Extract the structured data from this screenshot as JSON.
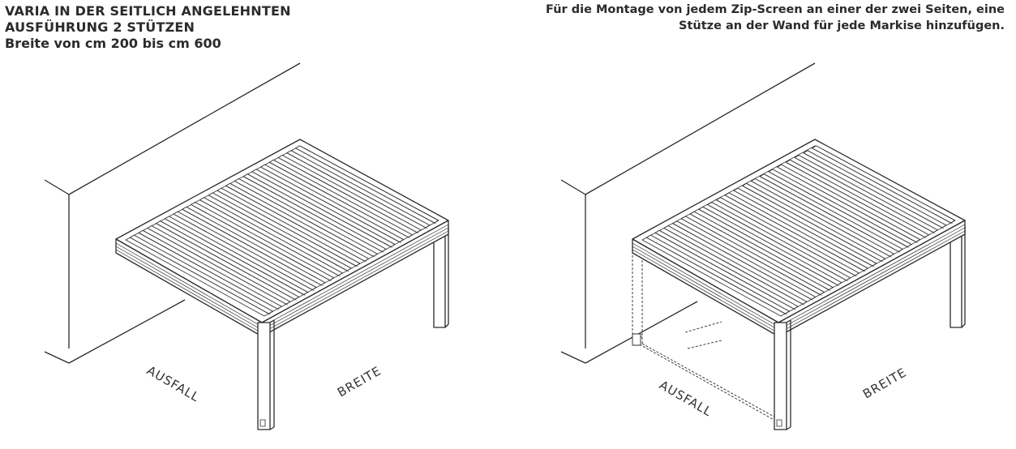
{
  "title": {
    "line1": "VARIA IN DER SEITLICH ANGELEHNTEN",
    "line2": "AUSFÜHRUNG 2 STÜTZEN",
    "line3": "Breite von cm 200 bis cm 600"
  },
  "note": {
    "line1": "Für die Montage von jedem Zip-Screen an einer der zwei Seiten, eine",
    "line2": "Stütze an der Wand für jede Markise hinzufügen."
  },
  "left_figure": {
    "label_depth": "AUSFALL",
    "label_width": "BREITE"
  },
  "right_figure": {
    "label_depth": "AUSFALL",
    "label_width": "BREITE"
  },
  "colors": {
    "line": "#2b2b2b",
    "fill": "#ffffff",
    "shade": "#d9d9d9"
  }
}
